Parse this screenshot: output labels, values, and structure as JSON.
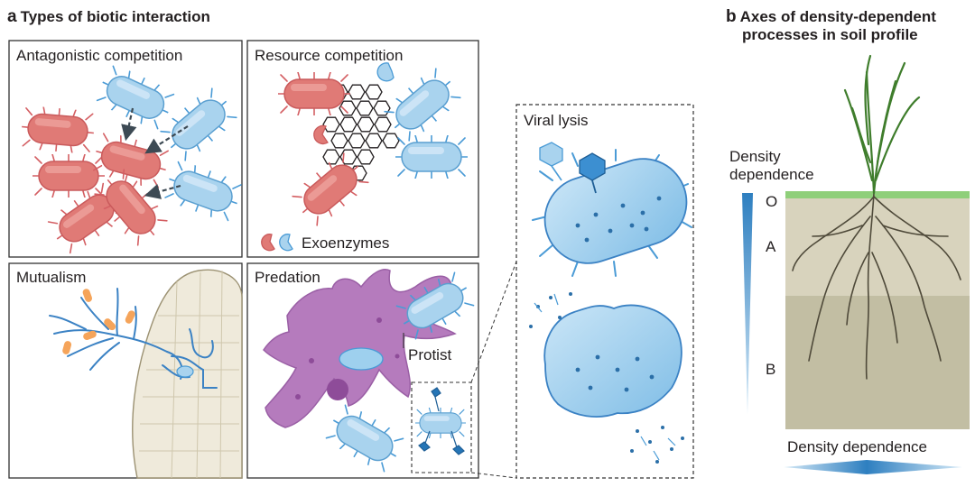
{
  "panel_a": {
    "letter": "a",
    "title": "Types of biotic interaction",
    "boxes": {
      "antagonistic": "Antagonistic competition",
      "resource": "Resource competition",
      "mutualism": "Mutualism",
      "predation": "Predation",
      "viral": "Viral lysis"
    },
    "exoenzymes_label": "Exoenzymes",
    "protist_label": "Protist"
  },
  "panel_b": {
    "letter": "b",
    "title_line1": "Axes of density-dependent",
    "title_line2": "processes in soil profile",
    "vertical_axis_label_line1": "Density",
    "vertical_axis_label_line2": "dependence",
    "horizontal_axis_label": "Density dependence",
    "horizons": [
      "O",
      "A",
      "B"
    ]
  },
  "colors": {
    "red_bacterium": "#e07a76",
    "blue_bacterium": "#a9d3ee",
    "protist": "#b57bbd",
    "root": "#efeadb",
    "soil_a": "#d8d3bd",
    "soil_b": "#c2bea3",
    "grass_surface": "#8fcf7a",
    "arrow_blue": "#2e7fc0"
  }
}
